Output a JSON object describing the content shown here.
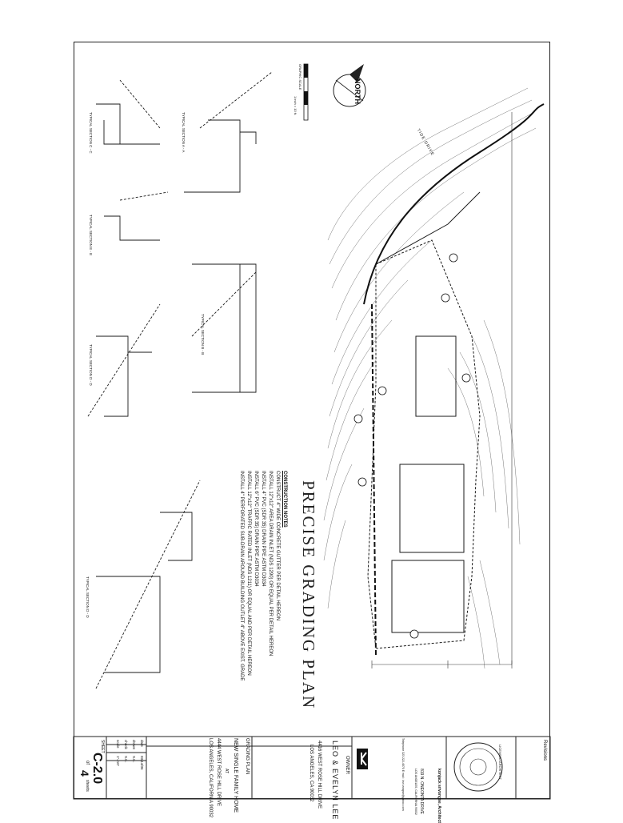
{
  "sheet_title": "PRECISE GRADING PLAN",
  "north_label": "NORTH",
  "graphic_scale": "GRAPHIC SCALE",
  "scale_note": "1 inch = 10 ft.",
  "street": "TIDE DRIVE",
  "construction_notes": {
    "heading": "CONSTRUCTION NOTES",
    "items": [
      "CONSTRUCT 4\" WIDE CONCRETE GUTTER PER DETAIL HEREON",
      "INSTALL 12\"x12\" AREA DRAIN INLET (NDS 1290) OR EQUAL PER DETAIL HEREON",
      "INSTALL 4\" PVC (SDR 35) DRAIN PIPE ASTM D3034",
      "INSTALL 6\" PVC (SDR 35) DRAIN PIPE ASTM D3034",
      "INSTALL 12\"x12\" TRAFFIC RATED INLET (NDS 1211) OR EQUAL AND PER DETAIL HEREON",
      "INSTALL 4\" PERFORATED SUB-DRAIN AROUND BUILDING OUTLET 4\" ABOVE EXIST. GRADE"
    ]
  },
  "sections": [
    {
      "title": "TYPICAL SECTION C - C"
    },
    {
      "title": "TYPICAL SECTION A - A"
    },
    {
      "title": "TYPICAL SECTION E - E"
    },
    {
      "title": "TYPICAL SECTION B - B"
    },
    {
      "title": "TYPICAL SECTION D - D"
    },
    {
      "title": "TYPICAL SECTION D - D"
    }
  ],
  "title_block": {
    "sheet_label": "SHEET",
    "sheet_number": "C-2.0",
    "of_label": "of",
    "total_sheets": "4",
    "sheets_label": "sheets",
    "date_label": "date",
    "date_value": "03/14/06",
    "drawn_label": "drawn",
    "drawn_value": "S.K.",
    "check_label": "check",
    "check_value": "S.K.",
    "scale_label": "scale",
    "scale_value": "1\"=10'",
    "plan_title": "GRADING PLAN",
    "project_name": "NEW SINGLE FAMILY HOME",
    "at_label": "AT",
    "project_address": "4444 WEST ROSE HILL DRIVE",
    "project_city": "LOS ANGELES, CALIFORNIA 90032",
    "owner_label": "OWNER",
    "owner_name": "LEO & EVELYN LEE",
    "owner_address": "4416 WEST ROSE HILL DRIVE",
    "owner_city": "LOS ANGELES, CA 90032",
    "architect_name": "konjack srivongse, Architect",
    "architect_address": "819 N. ONEONTA DRIVE",
    "architect_city": "LOS ANGELES, CALIFORNIA 90032",
    "architect_contact": "Telephone 323 222-4670   E mail : ksri.vongse@yahoo.com",
    "stamp_label": "LICENSED ARCHITECT",
    "revisions_label": "Revisions"
  },
  "colors": {
    "line": "#1a1a1a",
    "contour": "#6f6f6f",
    "paper": "#ffffff"
  }
}
